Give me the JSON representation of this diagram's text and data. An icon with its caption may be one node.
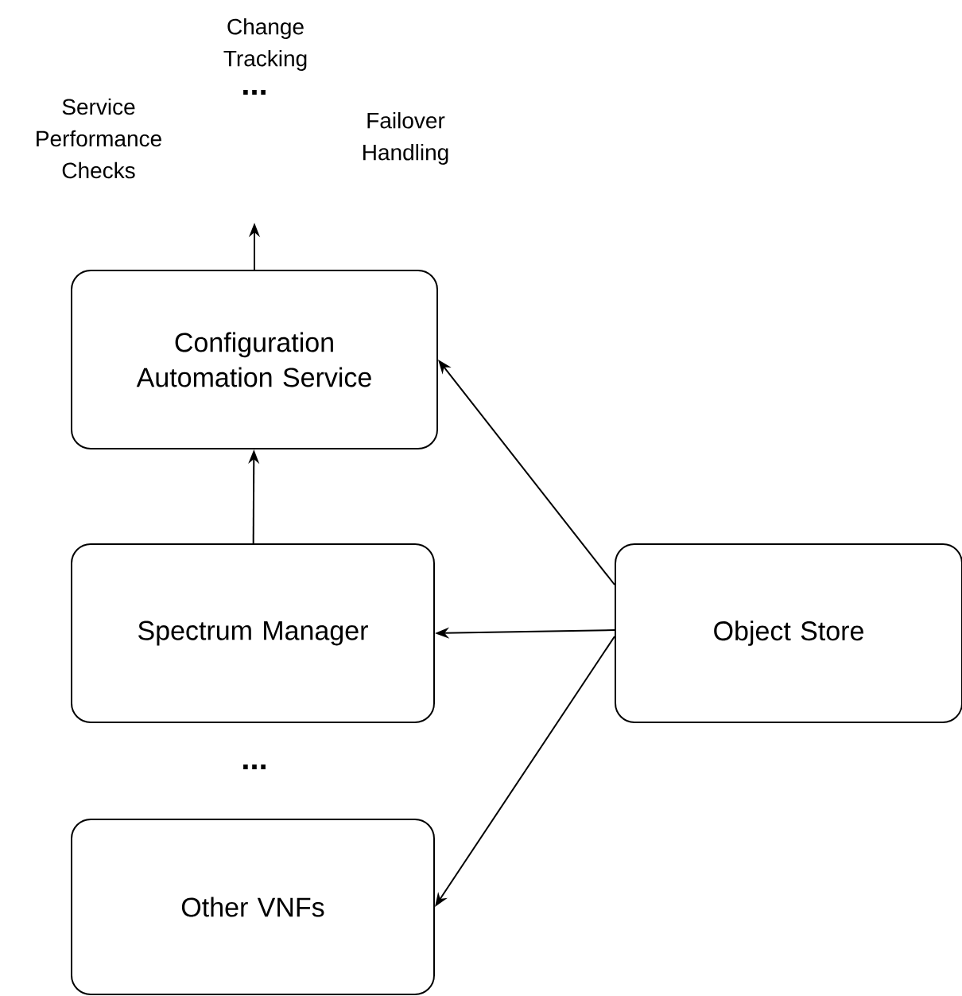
{
  "diagram": {
    "nodes": [
      {
        "text": [
          "Configuration Automation Service"
        ]
      },
      {
        "text": [
          "Spectrum Manager"
        ]
      },
      {
        "text": [
          "Other VNFs"
        ]
      },
      {
        "text": [
          "Object Store"
        ]
      }
    ],
    "edges": [
      {
        "from": 0,
        "to": null,
        "arrow": "to"
      },
      {
        "from": 1,
        "to": 0,
        "arrow": "to"
      },
      {
        "from": 3,
        "to": 0,
        "arrow": "to"
      },
      {
        "from": 3,
        "to": 1,
        "arrow": "to"
      },
      {
        "from": 3,
        "to": 2,
        "arrow": "to"
      }
    ],
    "labels": [
      "Change Tracking",
      "Service Performance Checks",
      "...",
      "Failover Handling",
      "..."
    ]
  }
}
